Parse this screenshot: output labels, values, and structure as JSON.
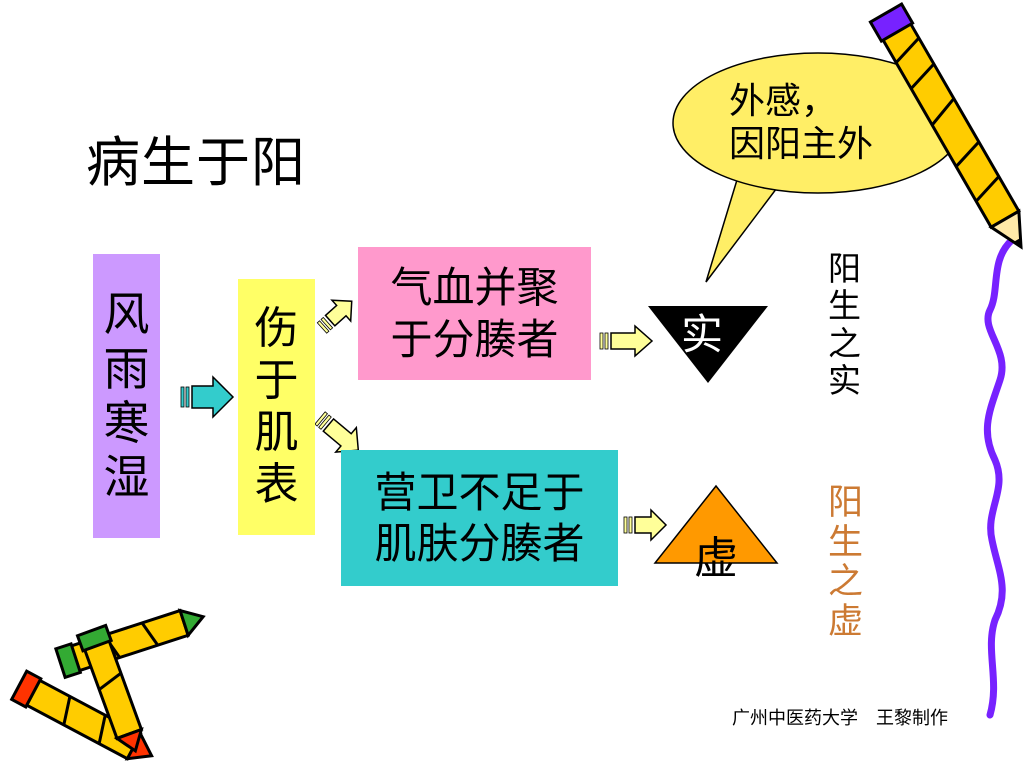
{
  "title": "病生于阳",
  "boxes": {
    "wind": [
      "风",
      "雨",
      "寒",
      "湿"
    ],
    "muscle": [
      "伤",
      "于",
      "肌",
      "表"
    ],
    "qi": [
      "气血并聚",
      "于分腠者"
    ],
    "ying": [
      "营卫不足于",
      "肌肤分腠者"
    ]
  },
  "triangles": {
    "shi": "实",
    "xu": "虚"
  },
  "bubble": [
    "外感，",
    "因阳主外"
  ],
  "right_labels": {
    "yang_shi": [
      "阳",
      "生",
      "之",
      "实"
    ],
    "yang_xu": [
      "阳",
      "生",
      "之",
      "虚"
    ]
  },
  "footer": "广州中医药大学　王黎制作",
  "colors": {
    "wind_box": "#cc99ff",
    "muscle_box": "#ffff66",
    "qi_box": "#ff99cc",
    "ying_box": "#33cccc",
    "shi_triangle": "#000000",
    "xu_triangle": "#ff9900",
    "bubble": "#ffee66",
    "xu_text": "#cc7a33",
    "squiggle": "#7722ff"
  },
  "icons": [
    "pencil-icon",
    "crayons-icon",
    "arrow-icon"
  ]
}
